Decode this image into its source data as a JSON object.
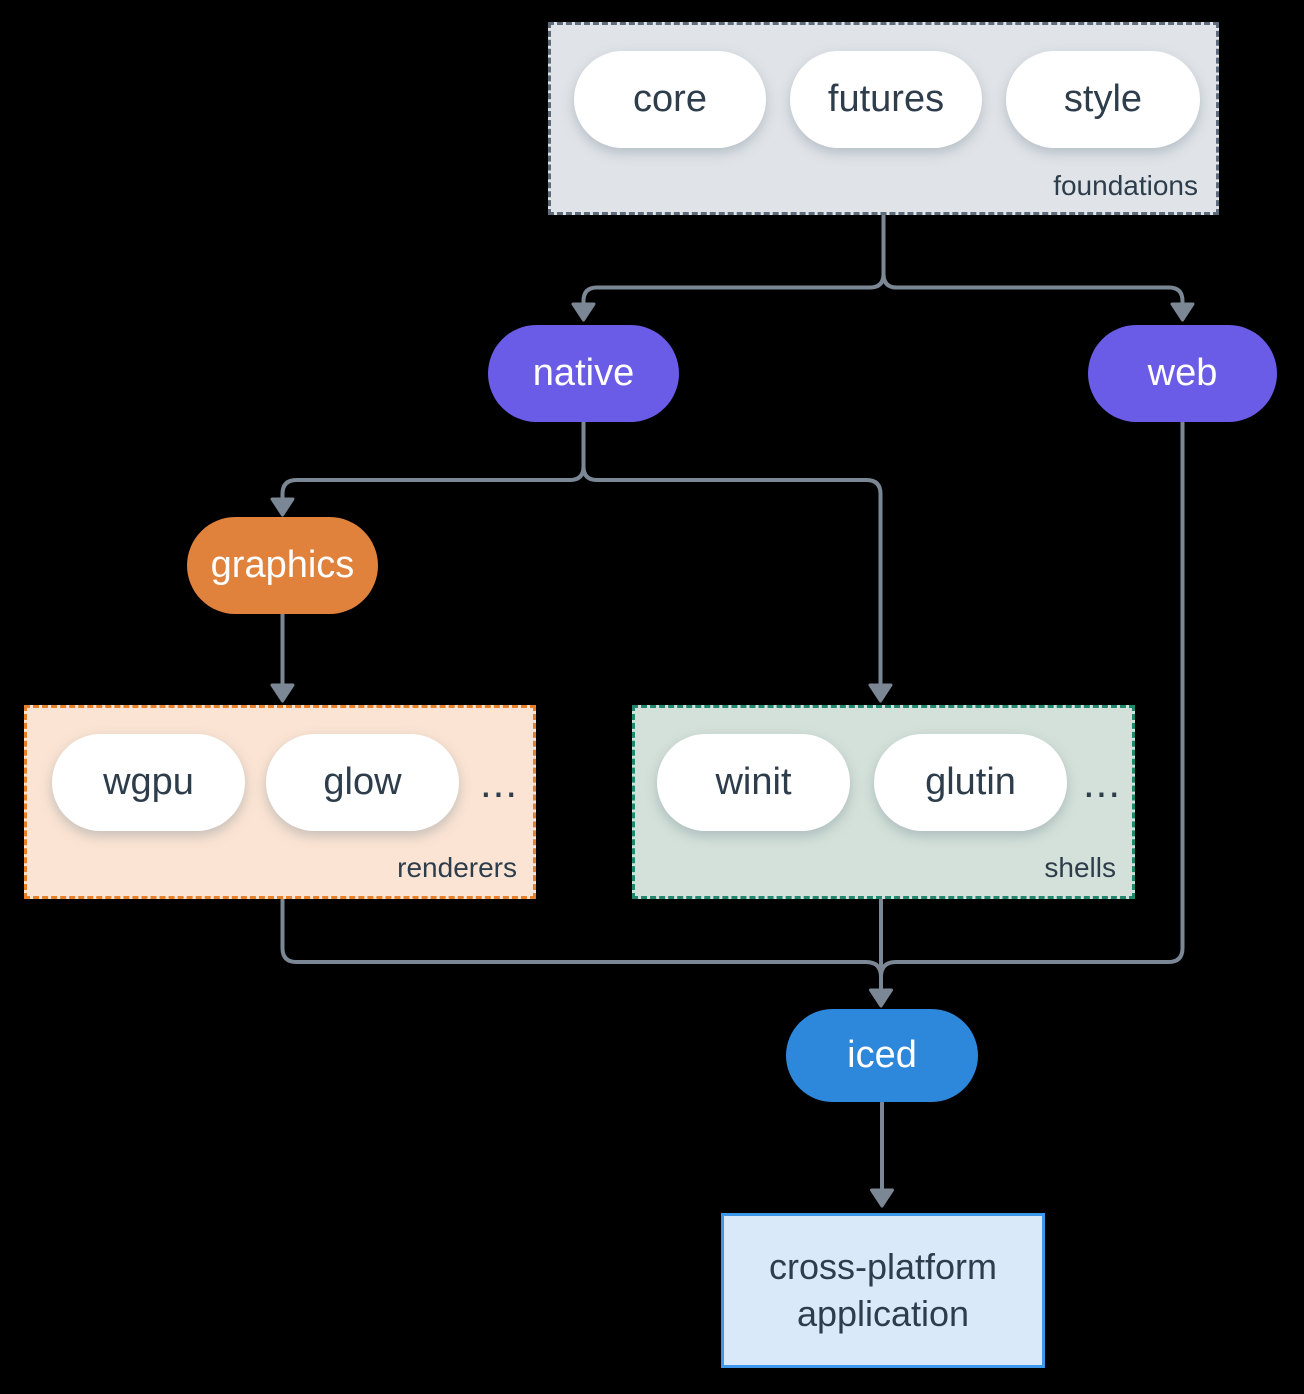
{
  "groups": {
    "foundations": {
      "label": "foundations",
      "items": [
        "core",
        "futures",
        "style"
      ]
    },
    "renderers": {
      "label": "renderers",
      "items": [
        "wgpu",
        "glow"
      ],
      "more": "..."
    },
    "shells": {
      "label": "shells",
      "items": [
        "winit",
        "glutin"
      ],
      "more": "..."
    }
  },
  "nodes": {
    "native": {
      "label": "native",
      "color": "#6a5ce7"
    },
    "web": {
      "label": "web",
      "color": "#6a5ce7"
    },
    "graphics": {
      "label": "graphics",
      "color": "#e0813c"
    },
    "iced": {
      "label": "iced",
      "color": "#2d87da"
    }
  },
  "application": {
    "line1": "cross-platform",
    "line2": "application"
  },
  "colors": {
    "background": "#000000",
    "connector": "#7b8795",
    "foundations_fill": "#e0e4e8",
    "foundations_border": "#5d6b7a",
    "renderers_fill": "#fbe4d3",
    "renderers_border": "#e6802b",
    "shells_fill": "#d4e1da",
    "shells_border": "#22876f",
    "application_fill": "#d9e9fa",
    "application_border": "#3e97e8",
    "pill_fill": "#ffffff",
    "text_dark": "#2e3d4c",
    "text_light": "#ffffff"
  }
}
